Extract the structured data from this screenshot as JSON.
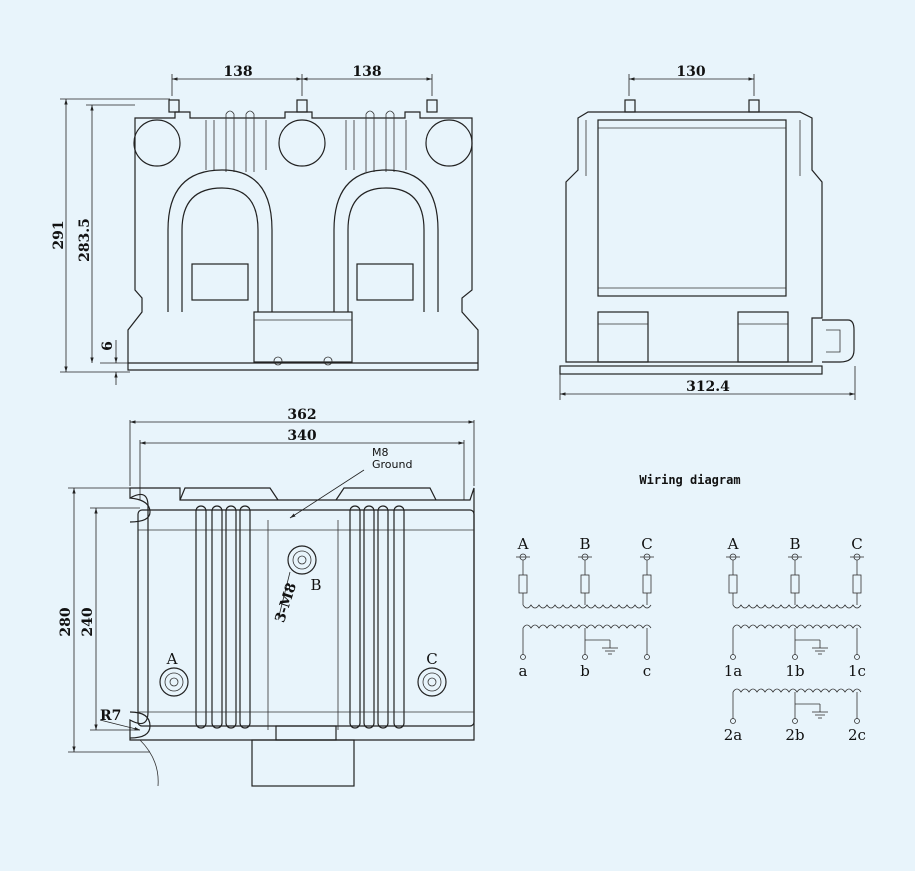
{
  "dimensions": {
    "front_pitch_left": "138",
    "front_pitch_right": "138",
    "front_height_total": "291",
    "front_height_body": "283.5",
    "front_base": "6",
    "side_pitch": "130",
    "side_depth": "312.4",
    "bottom_width_outer": "362",
    "bottom_width_inner": "340",
    "bottom_height_outer": "280",
    "bottom_height_inner": "240",
    "radius": "R7",
    "holes": "3-M8"
  },
  "annotations": {
    "ground_1": "M8",
    "ground_2": "Ground",
    "phase_a": "A",
    "phase_b": "B",
    "phase_c": "C"
  },
  "wiring": {
    "title": "Wiring diagram",
    "left_primary": [
      "A",
      "B",
      "C"
    ],
    "left_secondary": [
      "a",
      "b",
      "c"
    ],
    "right_primary": [
      "A",
      "B",
      "C"
    ],
    "right_secondary_1": [
      "1a",
      "1b",
      "1c"
    ],
    "right_secondary_2": [
      "2a",
      "2b",
      "2c"
    ]
  }
}
